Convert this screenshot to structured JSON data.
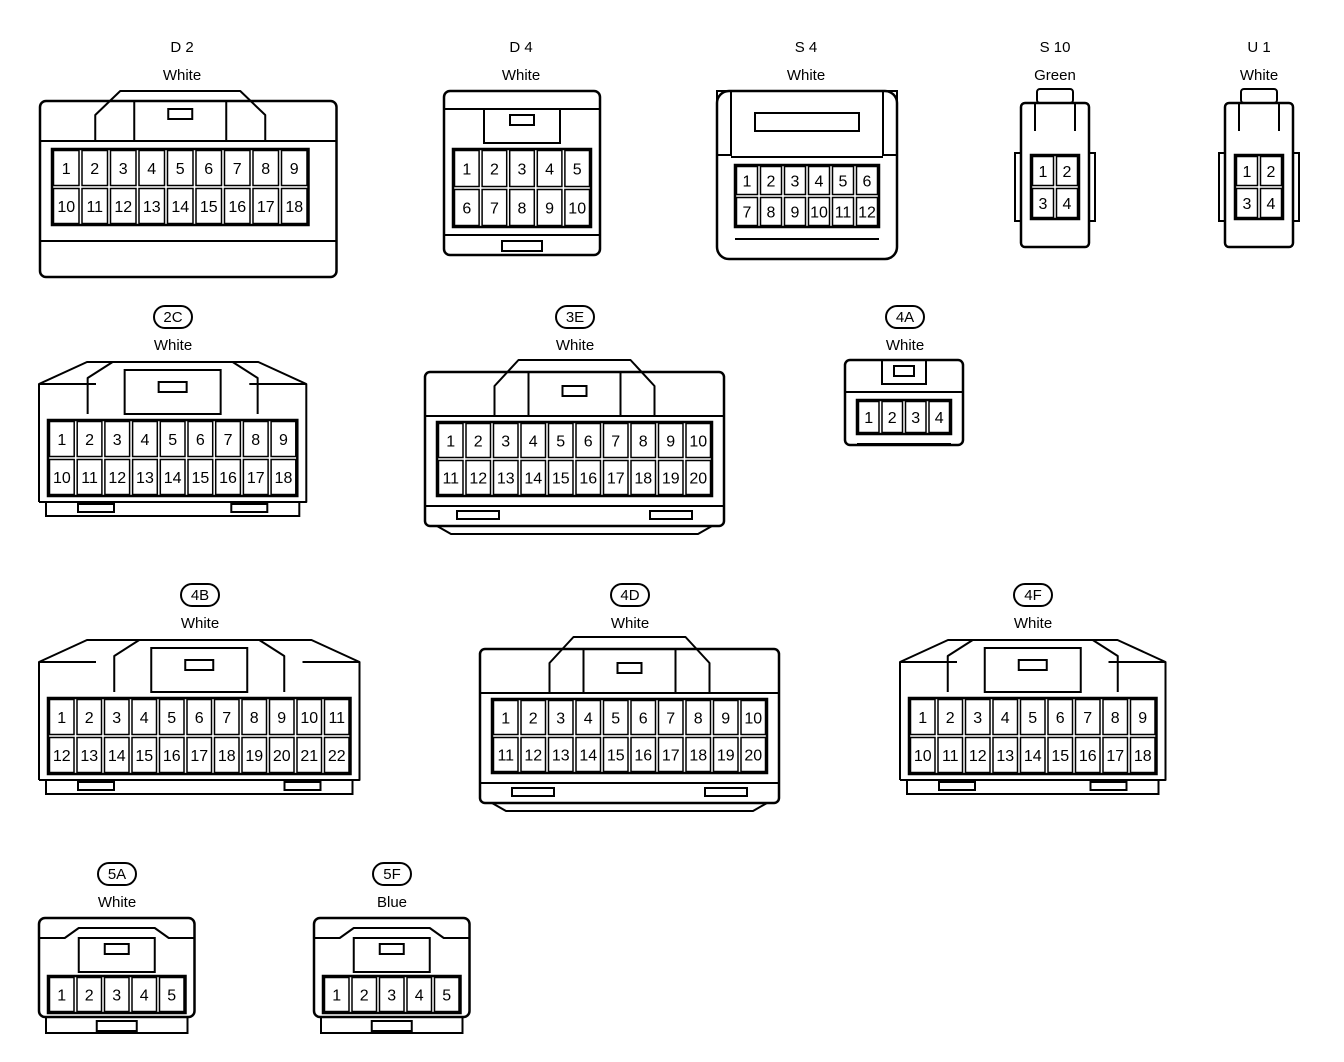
{
  "connectors": [
    {
      "id": "D2",
      "label": "D 2",
      "color_label": "White",
      "boxed": false,
      "pins_top": [
        "1",
        "2",
        "3",
        "4",
        "5",
        "6",
        "7",
        "8",
        "9"
      ],
      "pins_bottom": [
        "10",
        "11",
        "12",
        "13",
        "14",
        "15",
        "16",
        "17",
        "18"
      ]
    },
    {
      "id": "D4",
      "label": "D 4",
      "color_label": "White",
      "boxed": false,
      "pins_top": [
        "1",
        "2",
        "3",
        "4",
        "5"
      ],
      "pins_bottom": [
        "6",
        "7",
        "8",
        "9",
        "10"
      ]
    },
    {
      "id": "S4",
      "label": "S 4",
      "color_label": "White",
      "boxed": false,
      "pins_top": [
        "1",
        "2",
        "3",
        "4",
        "5",
        "6"
      ],
      "pins_bottom": [
        "7",
        "8",
        "9",
        "10",
        "11",
        "12"
      ]
    },
    {
      "id": "S10",
      "label": "S 10",
      "color_label": "Green",
      "boxed": false,
      "pins_top": [
        "1",
        "2"
      ],
      "pins_bottom": [
        "3",
        "4"
      ]
    },
    {
      "id": "U1",
      "label": "U 1",
      "color_label": "White",
      "boxed": false,
      "pins_top": [
        "1",
        "2"
      ],
      "pins_bottom": [
        "3",
        "4"
      ]
    },
    {
      "id": "2C",
      "label": "2C",
      "color_label": "White",
      "boxed": true,
      "pins_top": [
        "1",
        "2",
        "3",
        "4",
        "5",
        "6",
        "7",
        "8",
        "9"
      ],
      "pins_bottom": [
        "10",
        "11",
        "12",
        "13",
        "14",
        "15",
        "16",
        "17",
        "18"
      ]
    },
    {
      "id": "3E",
      "label": "3E",
      "color_label": "White",
      "boxed": true,
      "pins_top": [
        "1",
        "2",
        "3",
        "4",
        "5",
        "6",
        "7",
        "8",
        "9",
        "10"
      ],
      "pins_bottom": [
        "11",
        "12",
        "13",
        "14",
        "15",
        "16",
        "17",
        "18",
        "19",
        "20"
      ]
    },
    {
      "id": "4A",
      "label": "4A",
      "color_label": "White",
      "boxed": true,
      "pins_top": [
        "1",
        "2",
        "3",
        "4"
      ],
      "pins_bottom": []
    },
    {
      "id": "4B",
      "label": "4B",
      "color_label": "White",
      "boxed": true,
      "pins_top": [
        "1",
        "2",
        "3",
        "4",
        "5",
        "6",
        "7",
        "8",
        "9",
        "10",
        "11"
      ],
      "pins_bottom": [
        "12",
        "13",
        "14",
        "15",
        "16",
        "17",
        "18",
        "19",
        "20",
        "21",
        "22"
      ]
    },
    {
      "id": "4D",
      "label": "4D",
      "color_label": "White",
      "boxed": true,
      "pins_top": [
        "1",
        "2",
        "3",
        "4",
        "5",
        "6",
        "7",
        "8",
        "9",
        "10"
      ],
      "pins_bottom": [
        "11",
        "12",
        "13",
        "14",
        "15",
        "16",
        "17",
        "18",
        "19",
        "20"
      ]
    },
    {
      "id": "4F",
      "label": "4F",
      "color_label": "White",
      "boxed": true,
      "pins_top": [
        "1",
        "2",
        "3",
        "4",
        "5",
        "6",
        "7",
        "8",
        "9"
      ],
      "pins_bottom": [
        "10",
        "11",
        "12",
        "13",
        "14",
        "15",
        "16",
        "17",
        "18"
      ]
    },
    {
      "id": "5A",
      "label": "5A",
      "color_label": "White",
      "boxed": true,
      "pins_top": [
        "1",
        "2",
        "3",
        "4",
        "5"
      ],
      "pins_bottom": []
    },
    {
      "id": "5F",
      "label": "5F",
      "color_label": "Blue",
      "boxed": true,
      "pins_top": [
        "1",
        "2",
        "3",
        "4",
        "5"
      ],
      "pins_bottom": []
    }
  ],
  "colors": {
    "line": "#000000",
    "background": "#ffffff"
  }
}
